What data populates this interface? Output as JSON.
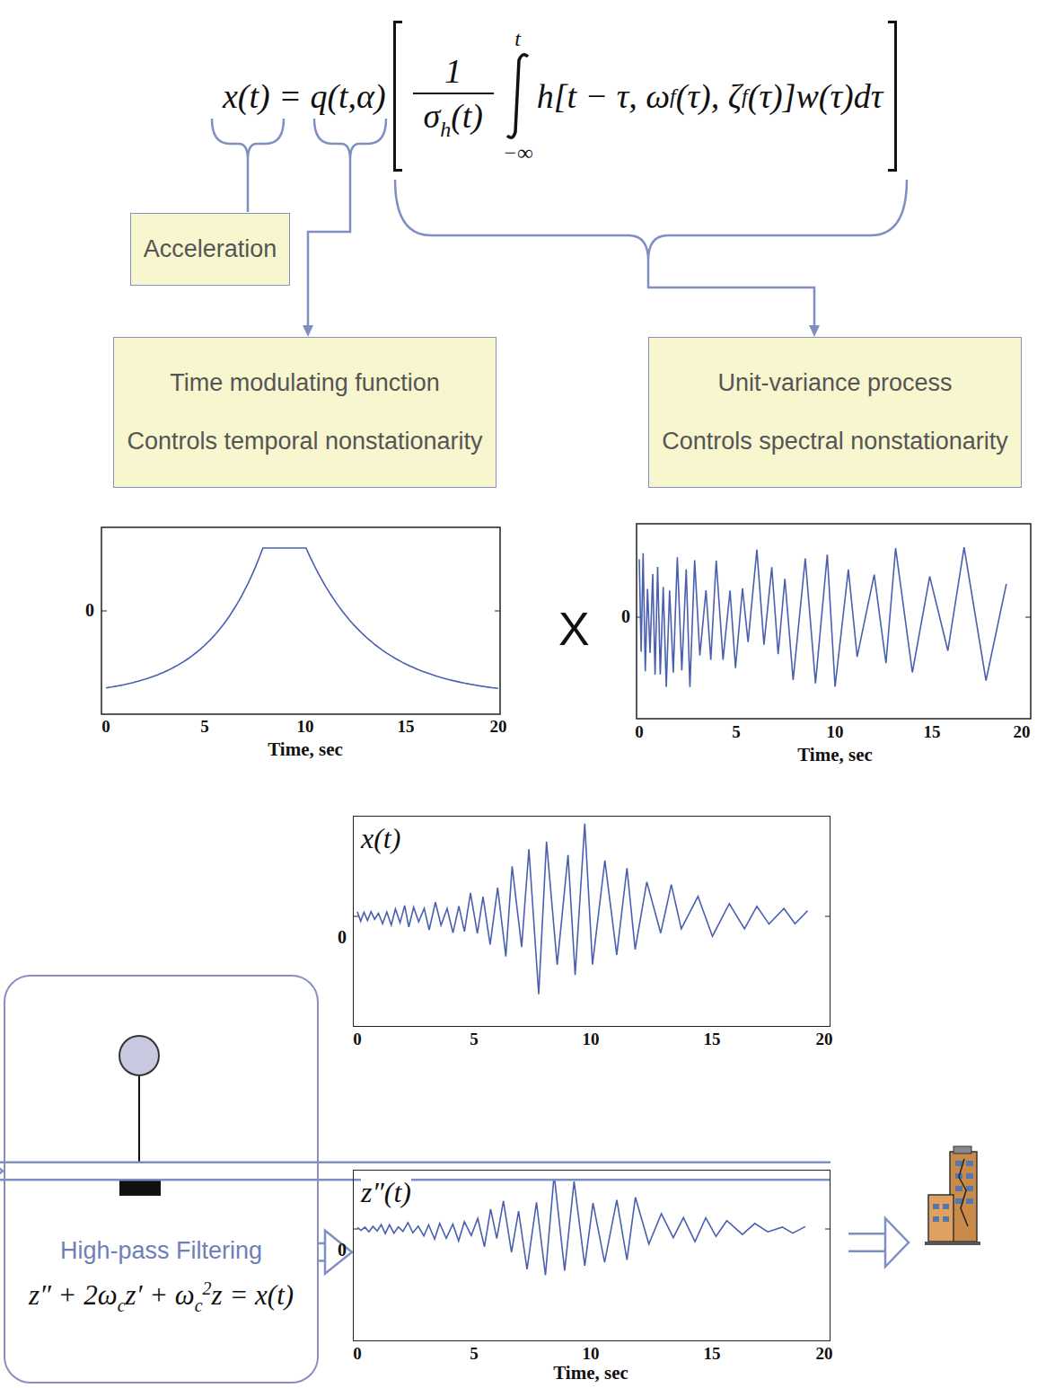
{
  "diagram": {
    "nodes": [
      {
        "text": [
          "Acceleration"
        ]
      },
      {
        "text": [
          "Time modulating function",
          "Controls temporal nonstationarity"
        ]
      },
      {
        "text": [
          "Unit-variance process",
          "Controls spectral nonstationarity"
        ]
      },
      {
        "text": [
          "x(t)"
        ]
      },
      {
        "text": [
          "High-pass Filtering",
          "z″ + 2ω",
          "c",
          "z′ + ω",
          "c",
          "2",
          "z = x(t)"
        ]
      },
      {
        "text": [
          "z″(t)"
        ]
      }
    ],
    "edges": [
      {
        "from": 3,
        "to": 4,
        "arrow": "to"
      },
      {
        "from": 4,
        "to": 5,
        "arrow": "to"
      }
    ],
    "labels": [
      "x(t) = q(t,α)",
      "1",
      "σ",
      "h",
      "(t)",
      "t",
      "−∞",
      "h[t − τ, ω",
      "f",
      "(τ), ζ",
      "f",
      "(τ)]w(τ)dτ",
      "0",
      "0",
      "5",
      "10",
      "15",
      "20",
      "Time, sec",
      "X",
      "0",
      "0",
      "5",
      "10",
      "15",
      "20",
      "Time, sec",
      "0",
      "0",
      "5",
      "10",
      "15",
      "20",
      "0",
      "0",
      "5",
      "10",
      "15",
      "20",
      "Time, sec"
    ]
  }
}
